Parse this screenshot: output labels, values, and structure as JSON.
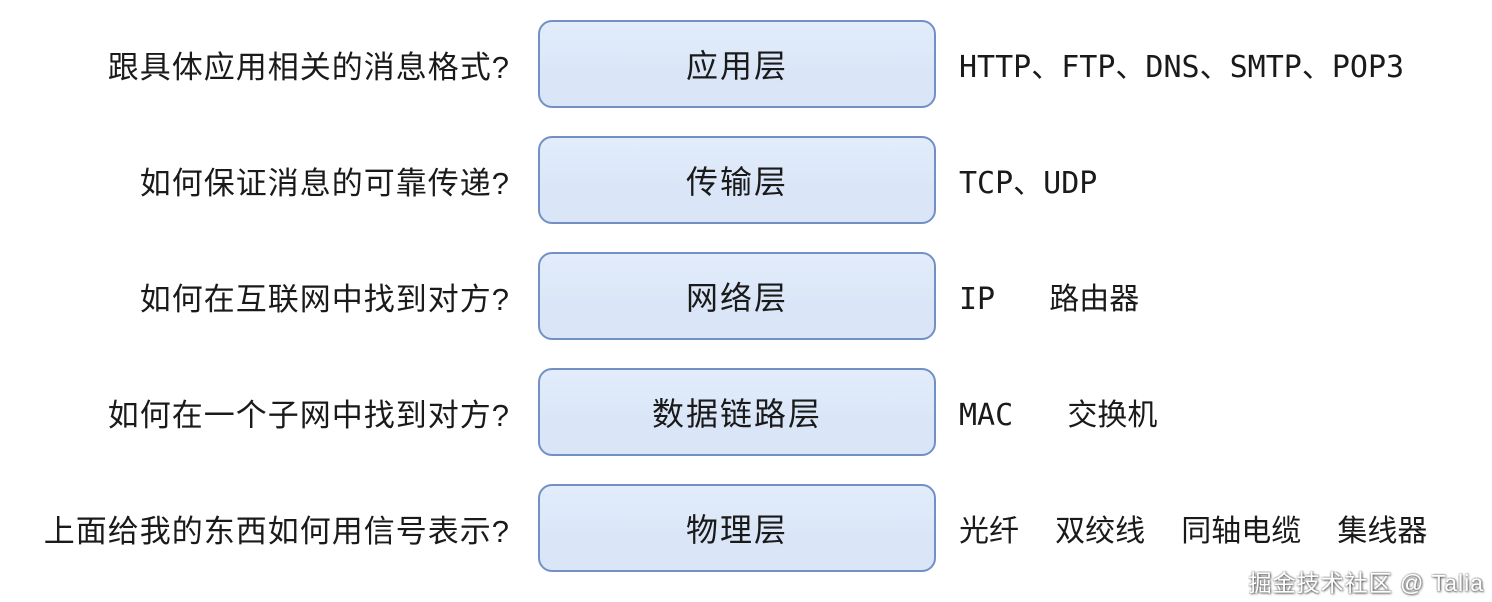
{
  "colors": {
    "box_fill": "#dae6f8",
    "box_border": "#7390c5",
    "text": "#1a1a1a",
    "background": "#ffffff"
  },
  "watermark": {
    "text": "掘金技术社区 @ Talia"
  },
  "rows": [
    {
      "question": "跟具体应用相关的消息格式?",
      "layer": "应用层",
      "protocols": "HTTP、FTP、DNS、SMTP、POP3"
    },
    {
      "question": "如何保证消息的可靠传递?",
      "layer": "传输层",
      "protocols": "TCP、UDP"
    },
    {
      "question": "如何在互联网中找到对方?",
      "layer": "网络层",
      "protocols": "IP   路由器"
    },
    {
      "question": "如何在一个子网中找到对方?",
      "layer": "数据链路层",
      "protocols": "MAC   交换机"
    },
    {
      "question": "上面给我的东西如何用信号表示?",
      "layer": "物理层",
      "protocols": "光纤  双绞线  同轴电缆  集线器"
    }
  ]
}
